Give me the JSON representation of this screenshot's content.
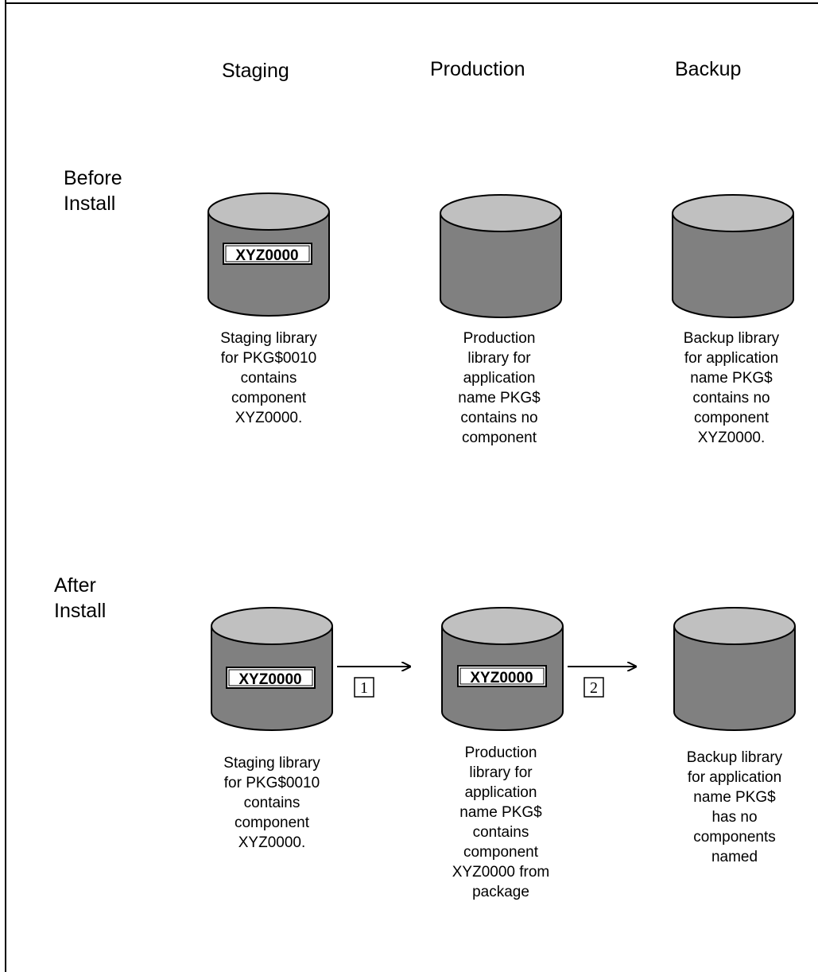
{
  "columns": [
    "Staging",
    "Production",
    "Backup"
  ],
  "rows": {
    "before": [
      "Before",
      "Install"
    ],
    "after": [
      "After",
      "Install"
    ]
  },
  "component_label": "XYZ0000",
  "steps": [
    "1",
    "2"
  ],
  "captions": {
    "before_staging": [
      "Staging library",
      "for PKG$0010",
      "contains",
      "component",
      "XYZ0000."
    ],
    "before_production": [
      "Production",
      "library for",
      "application",
      "name PKG$",
      "contains no",
      "component"
    ],
    "before_backup": [
      "Backup library",
      "for application",
      "name PKG$",
      "contains no",
      "component",
      "XYZ0000."
    ],
    "after_staging": [
      "Staging library",
      "for PKG$0010",
      "contains",
      "component",
      "XYZ0000."
    ],
    "after_production": [
      "Production",
      "library for",
      "application",
      "name PKG$",
      "contains",
      "component",
      "XYZ0000 from",
      "package"
    ],
    "after_backup": [
      "Backup library",
      "for application",
      "name PKG$",
      "has no",
      "components",
      "named"
    ]
  },
  "colors": {
    "cylinder_body": "#808080",
    "cylinder_top": "#c0c0c0",
    "outline": "#000000"
  }
}
